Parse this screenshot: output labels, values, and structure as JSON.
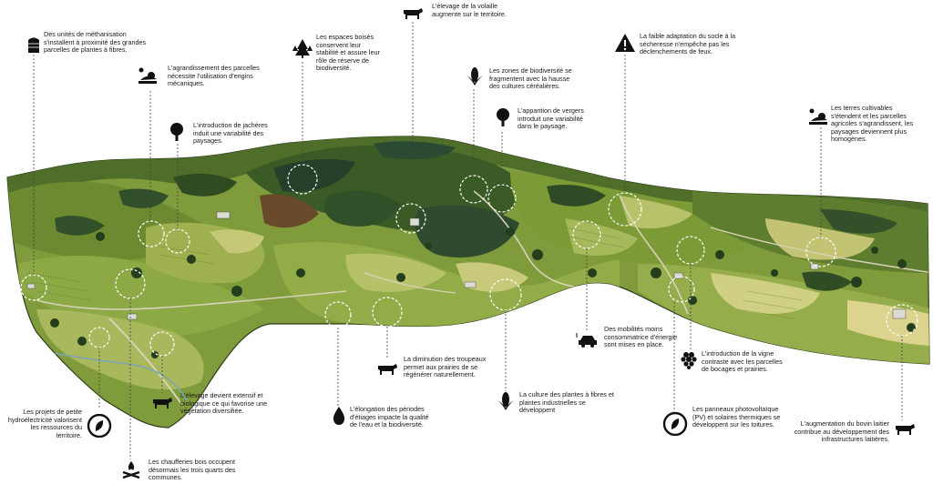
{
  "annotations": {
    "methanisation": "Des unités de méthanisation s'installent à proximité des grandes parcelles de plantes à fibres.",
    "agrandissement": "L'agrandissement des parcelles nécessite l'utilisation d'engins mécaniques.",
    "jacheres": "L'introduction de jachères induit une variabilité des paysages.",
    "espaces_boises": "Les espaces boisés conservent leur stabilité et assure leur rôle de réserve de biodiversité.",
    "volaille": "L'élevage de la volaille augmente sur le territoire.",
    "biodiversite": "Les zones de biodiversité se fragmentent avec la hausse des cultures céréalières.",
    "vergers": "L'apparition de vergers introduit une variabilité dans le paysage.",
    "secheresse": "La faible adaptation du socle à la sécheresse n'empêche pas les déclenchements de feux.",
    "terres_cultivables": "Les terres cultivables s'étendent et les parcelles agricoles s'agrandissent, les paysages deviennent plus homogènes.",
    "hydroelectricite": "Les projets de petite hydroélectricité valorisent les ressources du territoire.",
    "elevage_extensif": "L'élevage devient extensif et biologique ce qui favorise une végétation diversifiée.",
    "chaufferies": "Les chaufferies bois occupent désormais les trois quarts des communes.",
    "etiages": "L'élongation des périodes d'étiages impacte la qualité de l'eau et la biodiversité.",
    "troupeaux": "La diminution des troupeaux permet aux prairies de se régénérer naturellement.",
    "plantes_fibres": "La culture des plantes à fibres et plantes industrielles se développent",
    "mobilites": "Des mobilités moins consommatrice d'énergie sont mises en place.",
    "vigne": "L'introduction de la vigne contraste avec les parcelles de bocages et prairies.",
    "panneaux": "Les panneaux photovoltaïque (PV) et solaires thermiques se développent sur les toitures.",
    "bovin_laitier": "L'augmentation du bovin laitier contribue au développement des infrastructures laitières."
  },
  "icons": [
    "silo-icon",
    "tractor-sun-icon",
    "tree-icon",
    "forest-icon",
    "cow-icon",
    "corn-icon",
    "tree-icon",
    "fire-warning-icon",
    "tractor-sun-icon",
    "water-leaf-icon",
    "cow-icon",
    "campfire-icon",
    "water-drop-icon",
    "cow-icon",
    "corn-icon",
    "car-charging-icon",
    "grapes-icon",
    "water-leaf-icon",
    "cow-icon"
  ],
  "colors": {
    "forest_dark": "#2f4a22",
    "forest": "#4d6b2a",
    "grass": "#86a23e",
    "field": "#b9c46c",
    "field_light": "#d6d68a",
    "leader": "#444444"
  }
}
